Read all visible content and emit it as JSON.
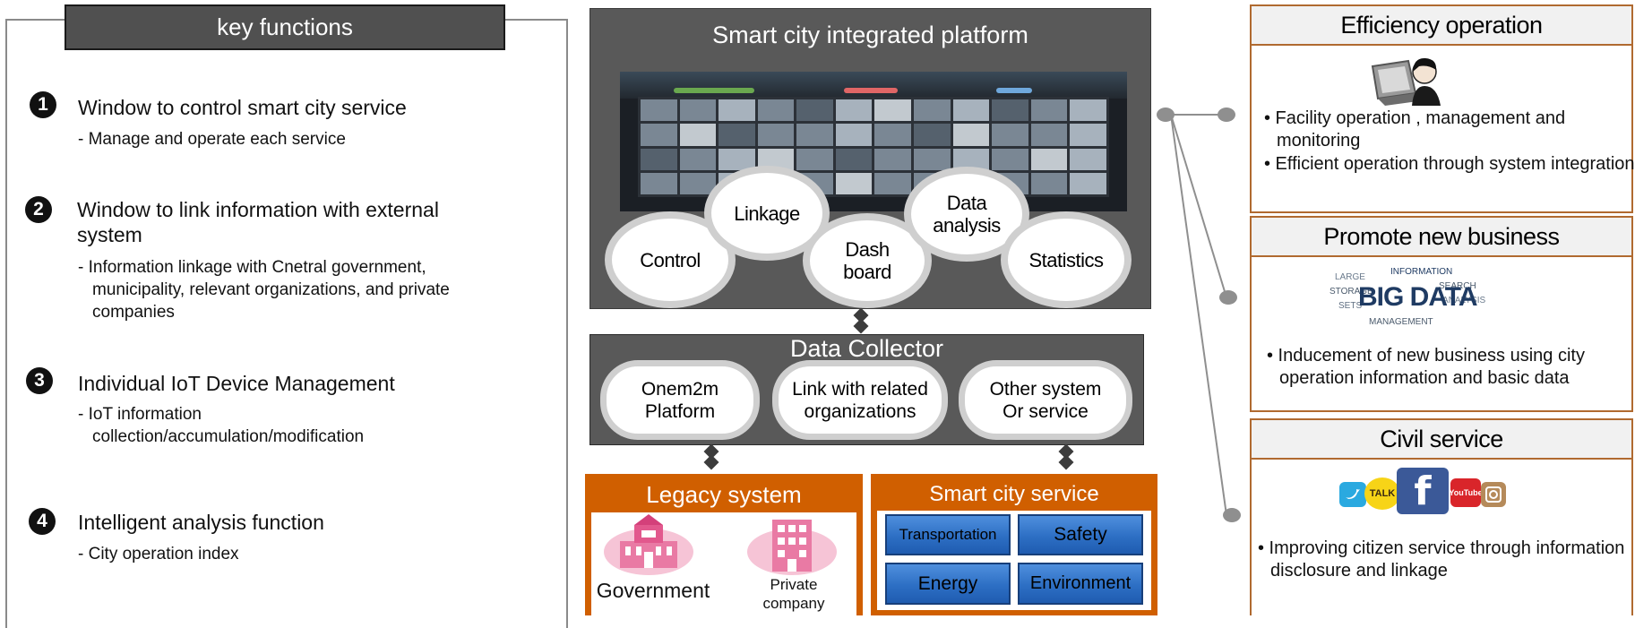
{
  "key_functions": {
    "header": "key functions",
    "items": [
      {
        "num": "1",
        "title": "Window to control smart city service",
        "desc": "- Manage and operate each service"
      },
      {
        "num": "2",
        "title": "Window to link information with external system",
        "desc": "- Information linkage with Cnetral government, municipality, relevant organizations, and private companies"
      },
      {
        "num": "3",
        "title": "Individual IoT Device Management",
        "desc": "- IoT information collection/accumulation/modification"
      },
      {
        "num": "4",
        "title": "Intelligent analysis function",
        "desc": "- City operation index"
      }
    ]
  },
  "platform": {
    "title": "Smart city integrated platform",
    "bubbles": {
      "control": "Control",
      "linkage": "Linkage",
      "dashboard": "Dash board",
      "data_analysis": "Data analysis",
      "statistics": "Statistics"
    }
  },
  "collector": {
    "title": "Data Collector",
    "items": {
      "onem2m": "Onem2m Platform",
      "link": "Link with related organizations",
      "other": "Other system Or service"
    }
  },
  "legacy": {
    "title": "Legacy system",
    "government": "Government",
    "private": "Private company"
  },
  "smart_service": {
    "title": "Smart city service",
    "buttons": {
      "transportation": "Transportation",
      "safety": "Safety",
      "energy": "Energy",
      "environment": "Environment"
    }
  },
  "right": {
    "efficiency": {
      "title": "Efficiency operation",
      "bullets": [
        "• Facility operation , management and monitoring",
        "• Efficient operation through system integration"
      ]
    },
    "business": {
      "title": "Promote new business",
      "bullets": [
        "• Inducement of new business using city operation information and basic data"
      ]
    },
    "civil": {
      "title": "Civil service",
      "bullets": [
        "• Improving citizen service through information disclosure and linkage"
      ]
    }
  },
  "icons": {
    "social_talk": "TALK",
    "social_youtube": "YouTube",
    "social_facebook": "f",
    "bigdata_main": "BIG DATA",
    "bigdata_words": [
      "LARGE",
      "STORAGE",
      "SETS",
      "INFORMATION",
      "SEARCH",
      "ANALYSIS",
      "MANAGEMENT"
    ]
  },
  "colors": {
    "dark_panel": "#595959",
    "orange": "#d05f00",
    "brown_border": "#b06a30",
    "blue_button": "#2d6fc4"
  }
}
